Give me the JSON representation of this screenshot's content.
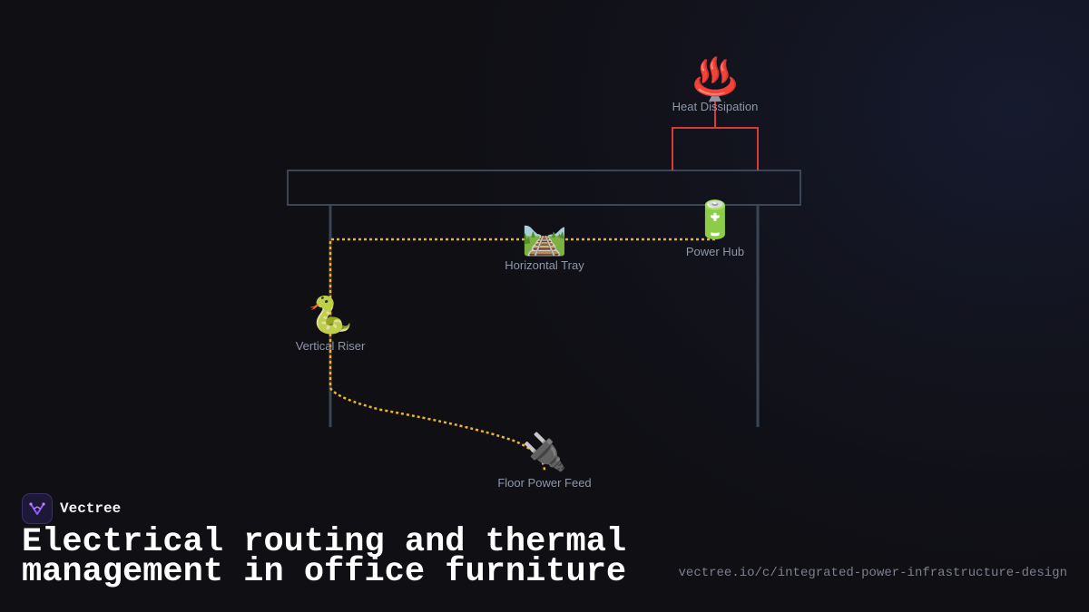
{
  "diagram": {
    "nodes": {
      "heat_dissipation": {
        "icon": "♨️",
        "icon_name": "hot-springs-icon",
        "label": "Heat Dissipation"
      },
      "power_hub": {
        "icon": "🔋",
        "icon_name": "battery-icon",
        "label": "Power Hub"
      },
      "horizontal_tray": {
        "icon": "🛤️",
        "icon_name": "railway-track-icon",
        "label": "Horizontal Tray"
      },
      "vertical_riser": {
        "icon": "🐍",
        "icon_name": "snake-icon",
        "label": "Vertical Riser"
      },
      "floor_power_feed": {
        "icon": "🔌",
        "icon_name": "electric-plug-icon",
        "label": "Floor Power Feed"
      }
    },
    "colors": {
      "furniture_outline": "#3a4656",
      "power_path": "#f0b429",
      "heat_path": "#d63a3a",
      "arrow": "#8e96a8"
    }
  },
  "brand": {
    "name": "Vectree",
    "logo_icon": "vectree-logo-icon"
  },
  "title": "Electrical routing and thermal management in office furniture",
  "url": "vectree.io/c/integrated-power-infrastructure-design"
}
